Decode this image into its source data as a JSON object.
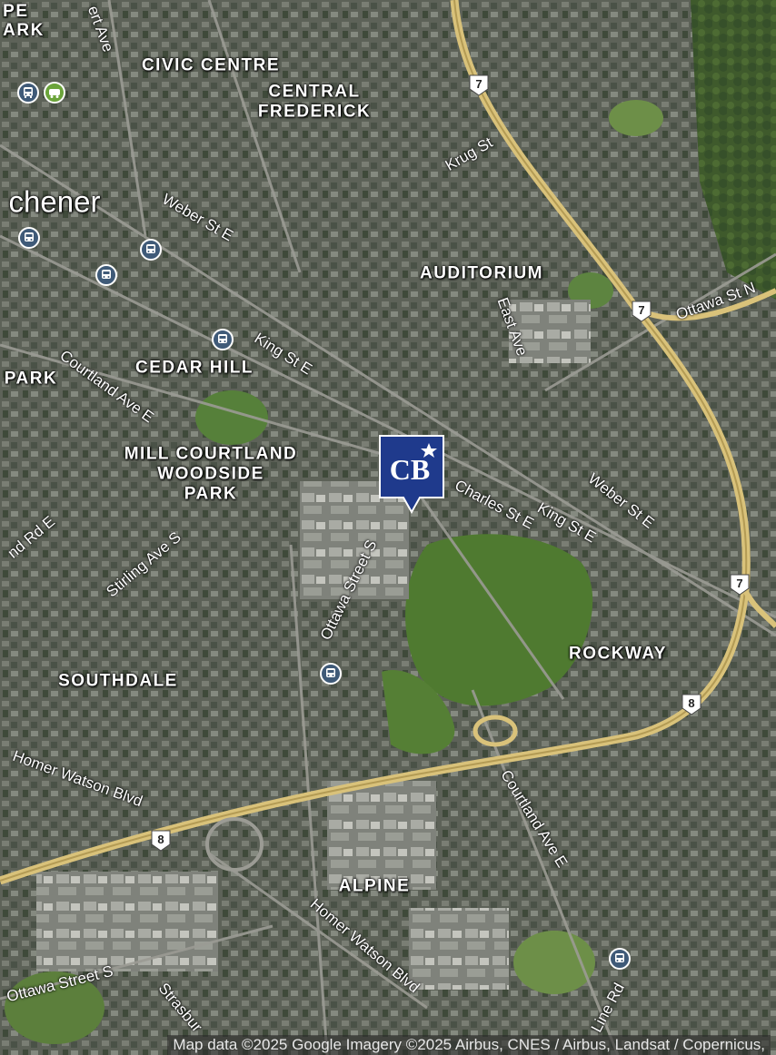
{
  "map": {
    "neighbourhoods": {
      "kitchener": "chener",
      "civic_centre": "CIVIC CENTRE",
      "central_frederick_1": "CENTRAL",
      "central_frederick_2": "FREDERICK",
      "park_top": "PE\nARK",
      "auditorium": "AUDITORIUM",
      "cedar_hill": "CEDAR HILL",
      "park_left": "PARK",
      "mill_courtland_1": "MILL COURTLAND",
      "mill_courtland_2": "WOODSIDE",
      "mill_courtland_3": "PARK",
      "southdale": "SOUTHDALE",
      "rockway": "ROCKWAY",
      "alpine": "ALPINE"
    },
    "streets": {
      "krug": "Krug St",
      "weber_e_top": "Weber St E",
      "king_e_top": "King St E",
      "courtland_e_top": "Courtland Ave E",
      "east_ave": "East Ave",
      "ottawa_n": "Ottawa St N",
      "charles": "Charles St E",
      "king_e_right": "King St E",
      "weber_e_right": "Weber St E",
      "ottawa_s": "Ottawa Street S",
      "stirling": "Stirling Ave S",
      "rd_e": "nd Rd E",
      "homer_watson_left": "Homer Watson Blvd",
      "courtland_e_bottom": "Courtland Ave E",
      "homer_watson_bottom": "Homer Watson Blvd",
      "ottawa_s_bottom": "Ottawa Street S",
      "strasburg": "Strasbur",
      "line_rd": "Line Rd",
      "ave_top": "ert Ave"
    },
    "highway_shields": {
      "h7_top": "7",
      "h7_mid": "7",
      "h7_right": "7",
      "h8_right": "8",
      "h8_left": "8"
    },
    "attribution": "Map data ©2025 Google Imagery ©2025 Airbus, CNES / Airbus, Landsat / Copernicus,"
  },
  "marker": {
    "brand": "CB",
    "color": "#1f3a8c"
  },
  "icons": [
    "transit-bus-icon",
    "transit-rail-icon",
    "brokerage-marker-icon",
    "highway-shield-icon"
  ]
}
